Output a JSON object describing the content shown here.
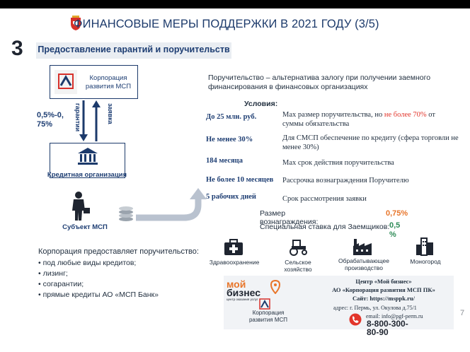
{
  "header": {
    "title": "ФИНАНСОВЫЕ МЕРЫ ПОДДЕРЖКИ В 2021 ГОДУ (3/5)",
    "section_number": "3",
    "section_title": "Предоставление гарантий и поручительств"
  },
  "diagram": {
    "corp_label": "Корпорация развития МСП",
    "rate": "0,5%-0, 75%",
    "arrow_down_label": "гарантии",
    "arrow_up_label": "заявка",
    "bank_label": "Кредитная организация",
    "subject_label": "Субъект МСП"
  },
  "intro": {
    "text": "Поручительство – альтернатива залогу при получении заемного финансирования в финансовых организациях",
    "conditions_label": "Условия:"
  },
  "conditions": [
    {
      "label": "До 25 млн. руб.",
      "text_before": "Max размер поручительства, но ",
      "text_highlight": "не более 70%",
      "text_after": " от суммы обязательства"
    },
    {
      "label": "Не менее 30%",
      "text_before": "Для СМСП обеспечение по кредиту (сфера торговли не менее 30%)",
      "text_highlight": "",
      "text_after": ""
    },
    {
      "label": "184 месяца",
      "text_before": "Max срок действия поручительства",
      "text_highlight": "",
      "text_after": ""
    },
    {
      "label": "Не более 10 месяцев",
      "text_before": "Рассрочка вознаграждения Поручителю",
      "text_highlight": "",
      "text_after": ""
    },
    {
      "label": "5 рабочих дней",
      "text_before": "Срок рассмотрения заявки",
      "text_highlight": "",
      "text_after": ""
    }
  ],
  "fees": {
    "label1": "Размер вознаграждения:",
    "value1": "0,75%",
    "label2": "Специальная ставка для Заемщиков:",
    "value2": "0,5 %"
  },
  "sectors": [
    {
      "label": "Здравоохранение",
      "icon": "medical-kit-icon"
    },
    {
      "label": "Сельское хозяйство",
      "icon": "tractor-icon"
    },
    {
      "label": "Обрабатывающее производство",
      "icon": "factory-icon"
    },
    {
      "label": "Моногород",
      "icon": "city-icon"
    }
  ],
  "corp_services": {
    "intro": "Корпорация предоставляет поручительство:",
    "items": [
      "под любые виды кредитов;",
      "лизинг;",
      "согарантии;",
      "прямые кредиты АО «МСП Банк»"
    ]
  },
  "footer": {
    "logo_line1": "мой",
    "logo_line2": "бизнес",
    "logo_line3": "центр оказания услуг",
    "corp_logo_label": "Корпорация развития МСП",
    "center_name": "Центр «Мой бизнес»",
    "org": "АО «Корпорация развития МСП ПК»",
    "site": "Сайт: https://msppk.ru/",
    "address": "адрес: г. Пермь, ул. Окулова д.75/1",
    "email": "email: info@pgf-perm.ru",
    "phone": "8-800-300-80-90"
  },
  "page_number": "7",
  "colors": {
    "navy": "#1c3a6b",
    "red": "#e2352b",
    "orange": "#e8762b",
    "green": "#2e8b57"
  }
}
